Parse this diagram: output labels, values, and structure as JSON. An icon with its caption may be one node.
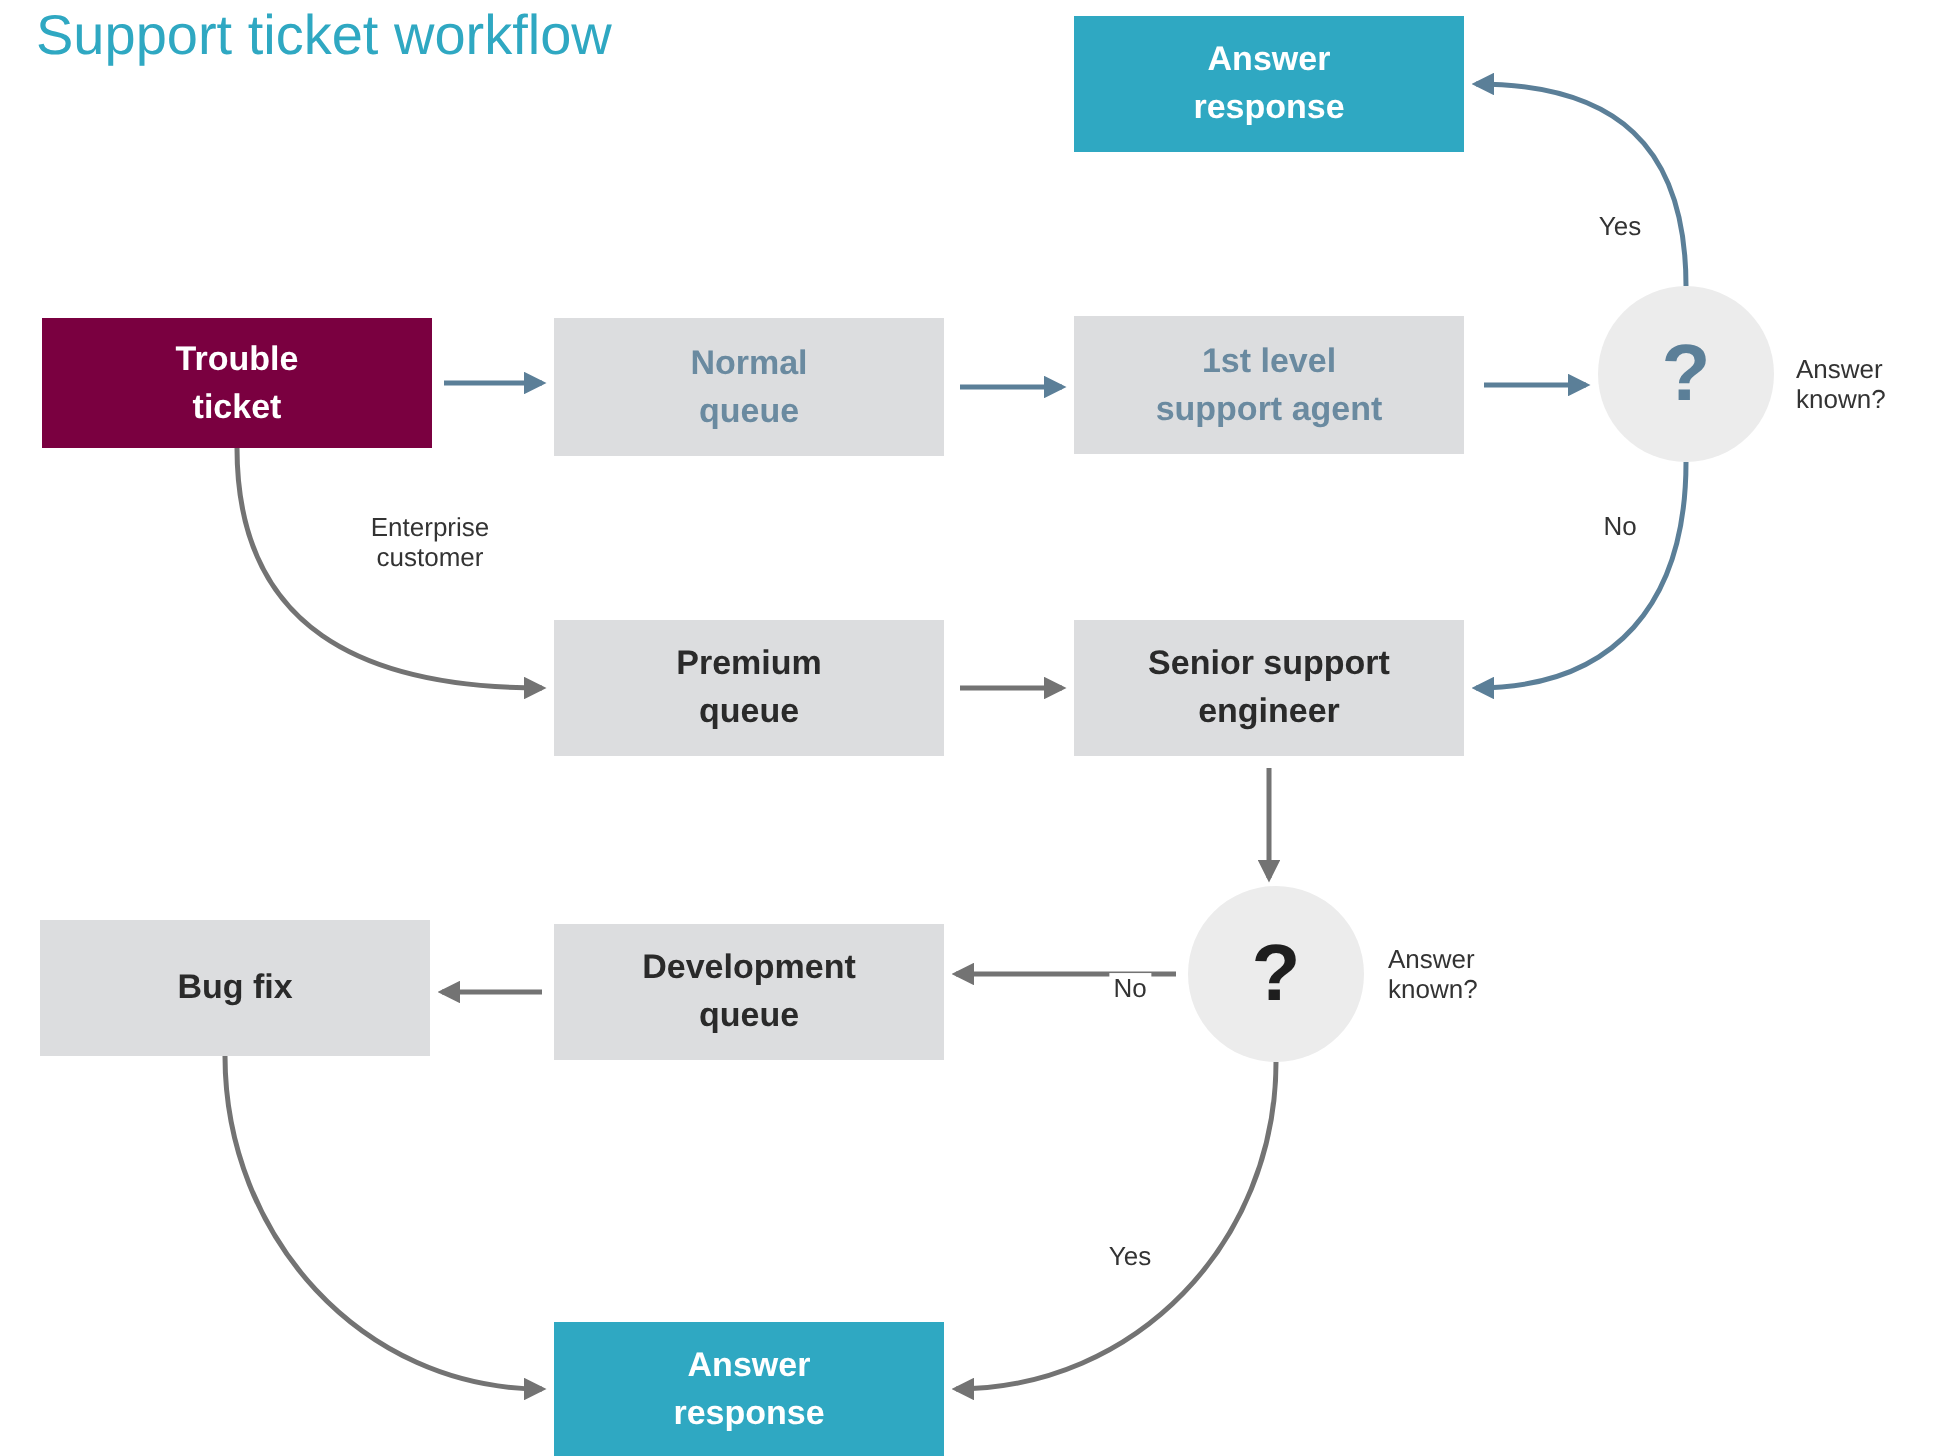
{
  "diagram": {
    "title": "Support ticket workflow",
    "nodes": [
      {
        "text": [
          "Answer response"
        ]
      },
      {
        "text": [
          "Trouble ticket"
        ]
      },
      {
        "text": [
          "Normal queue"
        ]
      },
      {
        "text": [
          "1st level support agent"
        ]
      },
      {
        "text": [
          "?"
        ],
        "beside": [
          "Answer known?"
        ]
      },
      {
        "text": [
          "Premium queue"
        ]
      },
      {
        "text": [
          "Senior support engineer"
        ]
      },
      {
        "text": [
          "?"
        ],
        "beside": [
          "Answer known?"
        ]
      },
      {
        "text": [
          "Bug fix"
        ]
      },
      {
        "text": [
          "Development queue"
        ]
      },
      {
        "text": [
          "Answer response"
        ]
      }
    ],
    "edges": [
      {
        "from": 1,
        "to": 2,
        "arrow": "to",
        "color": "#5b7f98"
      },
      {
        "from": 2,
        "to": 3,
        "arrow": "to",
        "color": "#5b7f98"
      },
      {
        "from": 3,
        "to": 4,
        "arrow": "to",
        "color": "#5b7f98"
      },
      {
        "from": 4,
        "to": 0,
        "arrow": "to",
        "label": "Yes",
        "color": "#5b7f98"
      },
      {
        "from": 4,
        "to": 6,
        "arrow": "to",
        "label": "No",
        "color": "#5b7f98"
      },
      {
        "from": 1,
        "to": 5,
        "arrow": "to",
        "label": "Enterprise customer"
      },
      {
        "from": 5,
        "to": 6,
        "arrow": "to"
      },
      {
        "from": 6,
        "to": 7,
        "arrow": "to"
      },
      {
        "from": 7,
        "to": 9,
        "arrow": "to",
        "label": "No"
      },
      {
        "from": 9,
        "to": 8,
        "arrow": "to"
      },
      {
        "from": 7,
        "to": 10,
        "arrow": "to",
        "label": "Yes"
      },
      {
        "from": 8,
        "to": 10,
        "arrow": "to"
      }
    ]
  }
}
